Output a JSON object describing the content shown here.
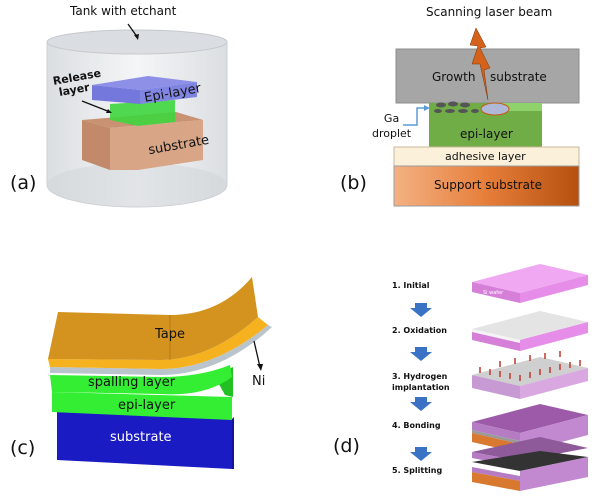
{
  "panels": {
    "a": {
      "label": "(a)",
      "tank_label": "Tank with etchant",
      "epi_label": "Epi-layer",
      "release_label_line1": "Release",
      "release_label_line2": "layer",
      "substrate_label": "substrate",
      "colors": {
        "epi": "#7b7fe0",
        "release": "#3ed63e",
        "substrate": "#d09a78",
        "tank": "#e6e9ec"
      }
    },
    "b": {
      "label": "(b)",
      "laser_label": "Scanning laser beam",
      "growth_label_1": "Growth",
      "growth_label_2": "substrate",
      "ga_label_line1": "Ga",
      "ga_label_line2": "droplet",
      "epi_label": "epi-layer",
      "adhesive_label": "adhesive layer",
      "support_label": "Support substrate",
      "colors": {
        "growth": "#a6a6a6",
        "epi": "#70ad47",
        "adhesive": "#fbf0d9",
        "support": "#e07b39",
        "laser": "#d4621a"
      }
    },
    "c": {
      "label": "(c)",
      "tape_label": "Tape",
      "ni_label": "Ni",
      "spalling_label": "spalling layer",
      "epi_label": "epi-layer",
      "substrate_label": "substrate",
      "colors": {
        "tape": "#d4931f",
        "tape_edge": "#f5b21e",
        "ni": "#b9c4cc",
        "green": "#33ee33",
        "substrate": "#1b1bc4"
      }
    },
    "d": {
      "label": "(d)",
      "wafer_text": "Si wafer",
      "steps": [
        {
          "label": "1. Initial"
        },
        {
          "label": "2. Oxidation"
        },
        {
          "label": "3. Hydrogen",
          "label2": "implantation"
        },
        {
          "label": "4. Bonding"
        },
        {
          "label": "5. Splitting"
        }
      ],
      "colors": {
        "wafer": "#e58de8",
        "oxide": "#d9d9d9",
        "arrow": "#3a73c6",
        "handle": "#d9782f",
        "bonded": "#a865b5"
      }
    }
  }
}
